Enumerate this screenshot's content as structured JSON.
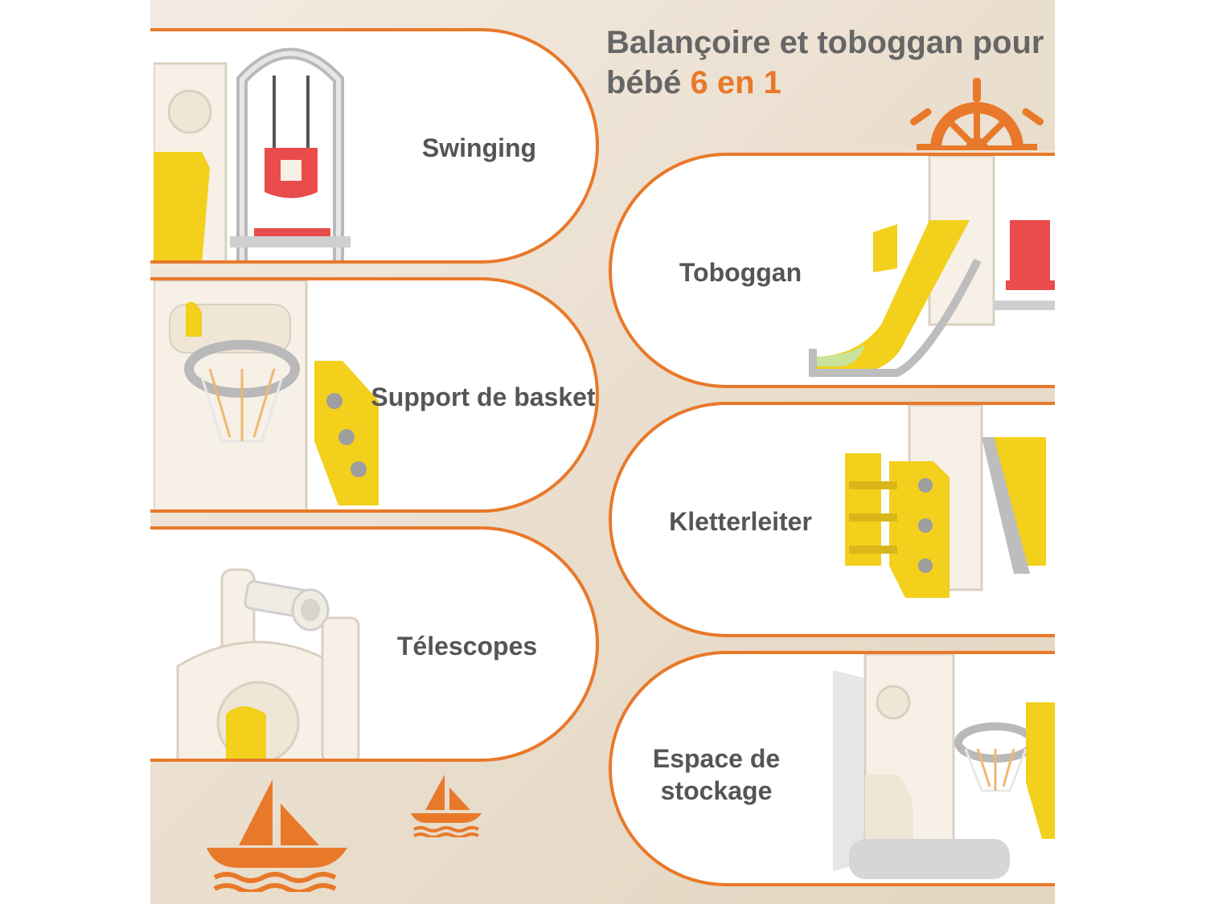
{
  "header": {
    "title_line1": "Balançoire et toboggan pour",
    "title_line2_prefix": "bébé ",
    "title_accent": "6 en 1"
  },
  "features": [
    {
      "label": "Swinging",
      "illustration": "swing-set"
    },
    {
      "label": "Toboggan",
      "illustration": "slide"
    },
    {
      "label": "Support de basket",
      "illustration": "basketball-hoop"
    },
    {
      "label": "Kletterleiter",
      "illustration": "climbing-ladder"
    },
    {
      "label": "Télescopes",
      "illustration": "telescope"
    },
    {
      "label": "Espace de stockage",
      "illustration": "storage-tower"
    }
  ],
  "decorations": [
    "ship-wheel-icon",
    "sailboat-icon",
    "sailboat-icon"
  ],
  "colors": {
    "accent": "#e8792a",
    "text": "#555555",
    "background": "#ece1d3",
    "yellow": "#f2d01c",
    "red": "#ea4b4b",
    "cream": "#f6f0e6",
    "grey": "#b9b9b9"
  }
}
